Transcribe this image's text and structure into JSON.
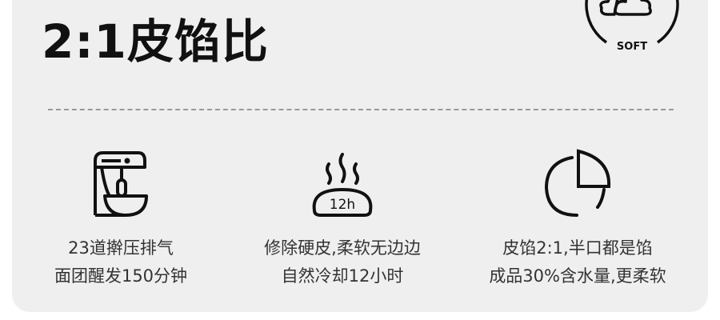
{
  "headline": "2:1皮馅比",
  "badge": {
    "label": "SOFT",
    "icon": "cloud-icon"
  },
  "features": [
    {
      "icon": "stand-mixer-icon",
      "lines": [
        "23道擀压排气",
        "面团醒发150分钟"
      ]
    },
    {
      "icon": "steaming-bun-icon",
      "icon_label": "12h",
      "lines": [
        "修除硬皮,柔软无边边",
        "自然冷却12小时"
      ]
    },
    {
      "icon": "pie-chart-icon",
      "lines": [
        "皮馅2:1,半口都是馅",
        "成品30%含水量,更柔软"
      ]
    }
  ]
}
